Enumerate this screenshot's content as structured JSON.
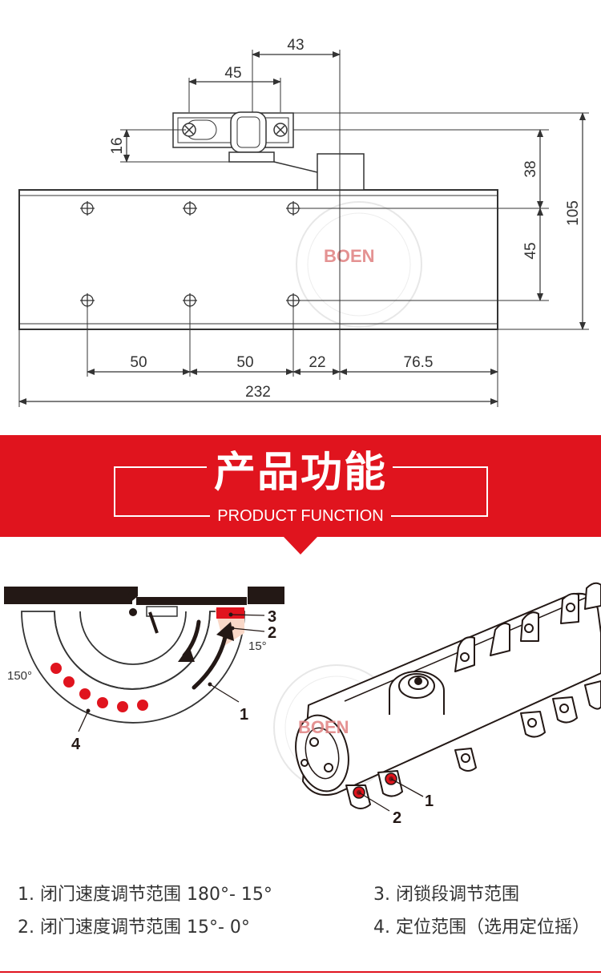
{
  "drawing": {
    "dim_43": "43",
    "dim_45_top": "45",
    "dim_16": "16",
    "dim_38": "38",
    "dim_105": "105",
    "dim_45_right": "45",
    "dim_50_a": "50",
    "dim_50_b": "50",
    "dim_22": "22",
    "dim_76_5": "76.5",
    "dim_232": "232",
    "watermark_brand": "BOEN"
  },
  "banner": {
    "title": "产品功能",
    "subtitle": "PRODUCT FUNCTION",
    "color": "#e0141e"
  },
  "function_diagram": {
    "angle_15": "15°",
    "angle_150": "150°",
    "label_1": "1",
    "label_2": "2",
    "label_3": "3",
    "label_4": "4",
    "body_label_1": "1",
    "body_label_2": "2",
    "watermark_brand": "BOEN"
  },
  "legend": [
    "1. 闭门速度调节范围 180°- 15°",
    "2. 闭门速度调节范围 15°- 0°",
    "3. 闭锁段调节范围",
    "4. 定位范围（选用定位摇）"
  ]
}
